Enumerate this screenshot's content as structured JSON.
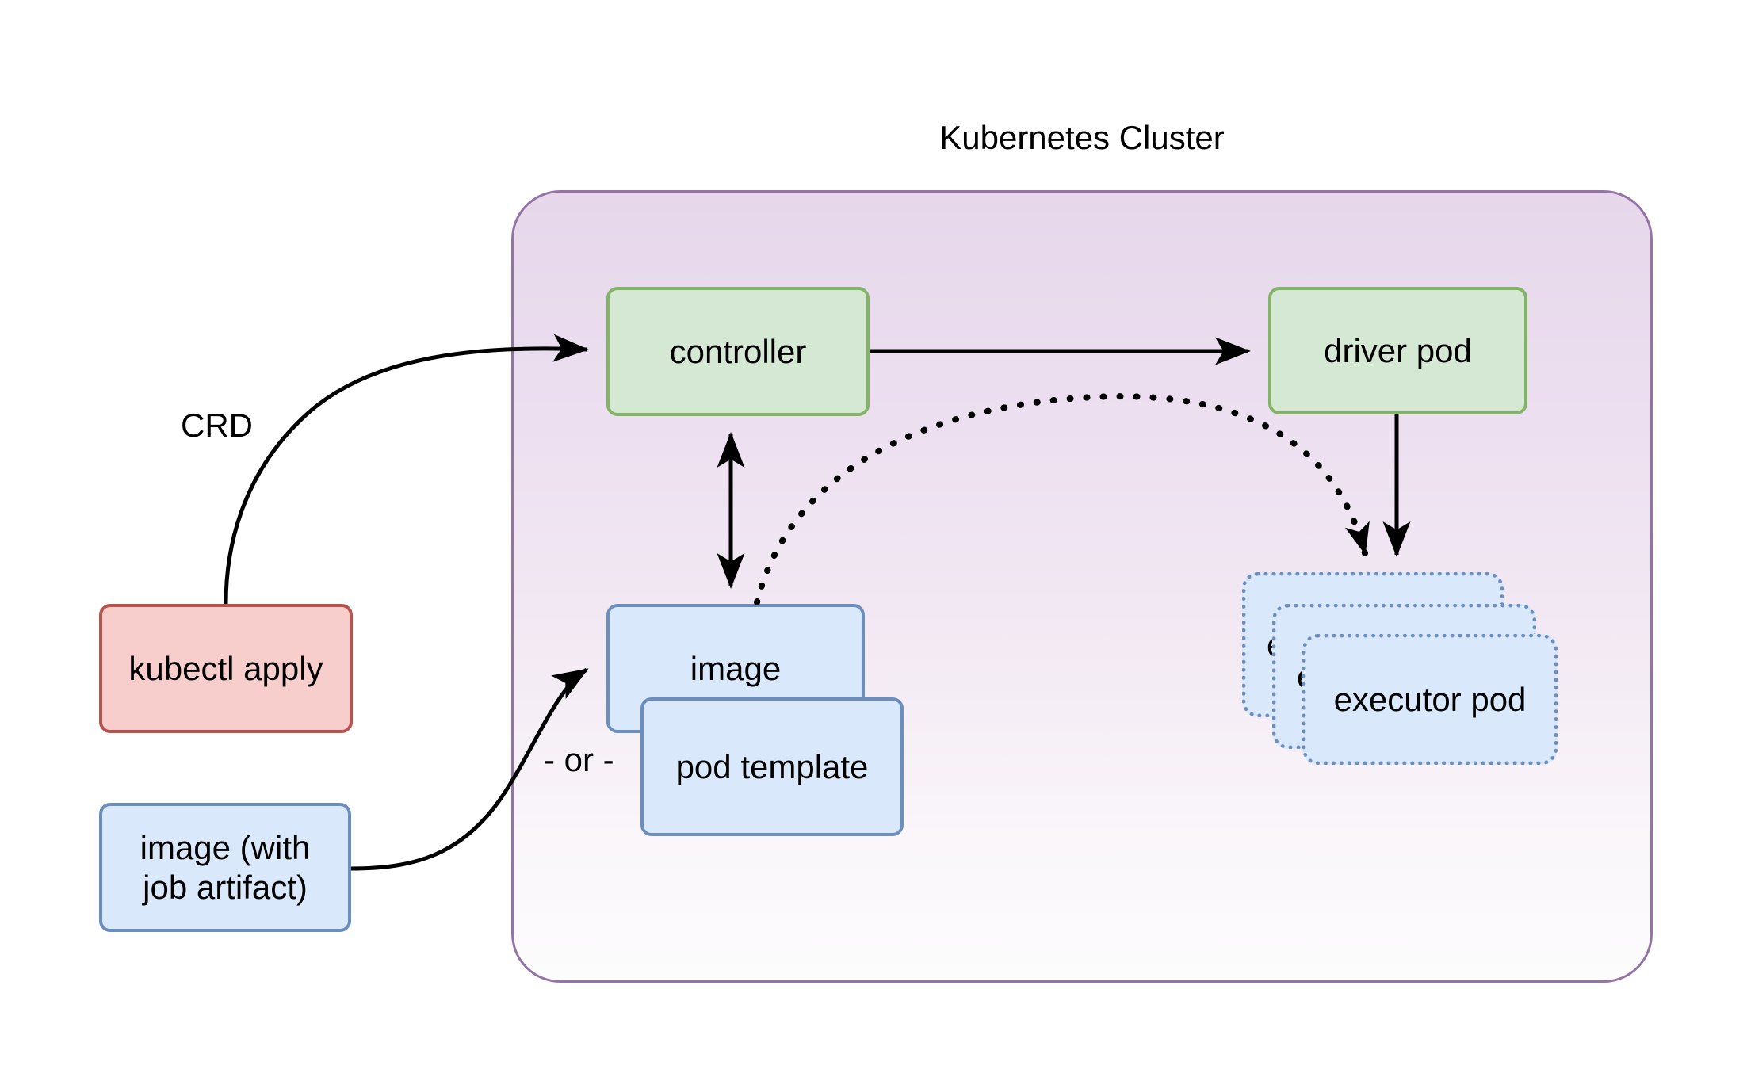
{
  "diagram": {
    "title": "Kubernetes Cluster",
    "cluster": {
      "label": "Kubernetes Cluster",
      "border_color": "#9673a6",
      "fill_gradient_from": "#e6d8ea",
      "fill_gradient_to": "#fdfcfd"
    },
    "nodes": [
      {
        "id": "controller",
        "label": "controller",
        "style": "green",
        "fill": "#d5e8d4",
        "border": "#82b366"
      },
      {
        "id": "driver-pod",
        "label": "driver pod",
        "style": "green",
        "fill": "#d5e8d4",
        "border": "#82b366"
      },
      {
        "id": "kubectl",
        "label": "kubectl apply",
        "style": "red",
        "fill": "#f8cecc",
        "border": "#b85450"
      },
      {
        "id": "image-job",
        "label": "image (with\njob artifact)",
        "line1": "image (with",
        "line2": "job artifact)",
        "style": "blue",
        "fill": "#dae8fc",
        "border": "#6c8ebf"
      },
      {
        "id": "image",
        "label": "image",
        "style": "blue",
        "fill": "#dae8fc",
        "border": "#6c8ebf"
      },
      {
        "id": "pod-template",
        "label": "pod template",
        "style": "blue",
        "fill": "#dae8fc",
        "border": "#6c8ebf"
      },
      {
        "id": "executor-1",
        "label": "e",
        "style": "dotted",
        "fill": "#dae8fc",
        "border": "#6c8ebf"
      },
      {
        "id": "executor-2",
        "label": "e",
        "style": "dotted",
        "fill": "#dae8fc",
        "border": "#6c8ebf"
      },
      {
        "id": "executor-3",
        "label": "executor pod",
        "style": "dotted",
        "fill": "#dae8fc",
        "border": "#6c8ebf"
      }
    ],
    "edge_labels": {
      "crd": "CRD",
      "or": "- or -"
    },
    "edges": [
      {
        "from": "kubectl",
        "to": "controller",
        "label": "CRD",
        "style": "solid-curved-arrow"
      },
      {
        "from": "controller",
        "to": "driver-pod",
        "label": "",
        "style": "solid-arrow"
      },
      {
        "from": "controller",
        "to": "image",
        "label": "",
        "style": "solid-double-arrow"
      },
      {
        "from": "image-job",
        "to": "image",
        "label": "",
        "style": "solid-curved-arrow"
      },
      {
        "from": "driver-pod",
        "to": "executor-1",
        "label": "",
        "style": "solid-arrow"
      },
      {
        "from": "image",
        "to": "executor-1",
        "label": "",
        "style": "dotted-curved-arrow"
      }
    ]
  }
}
